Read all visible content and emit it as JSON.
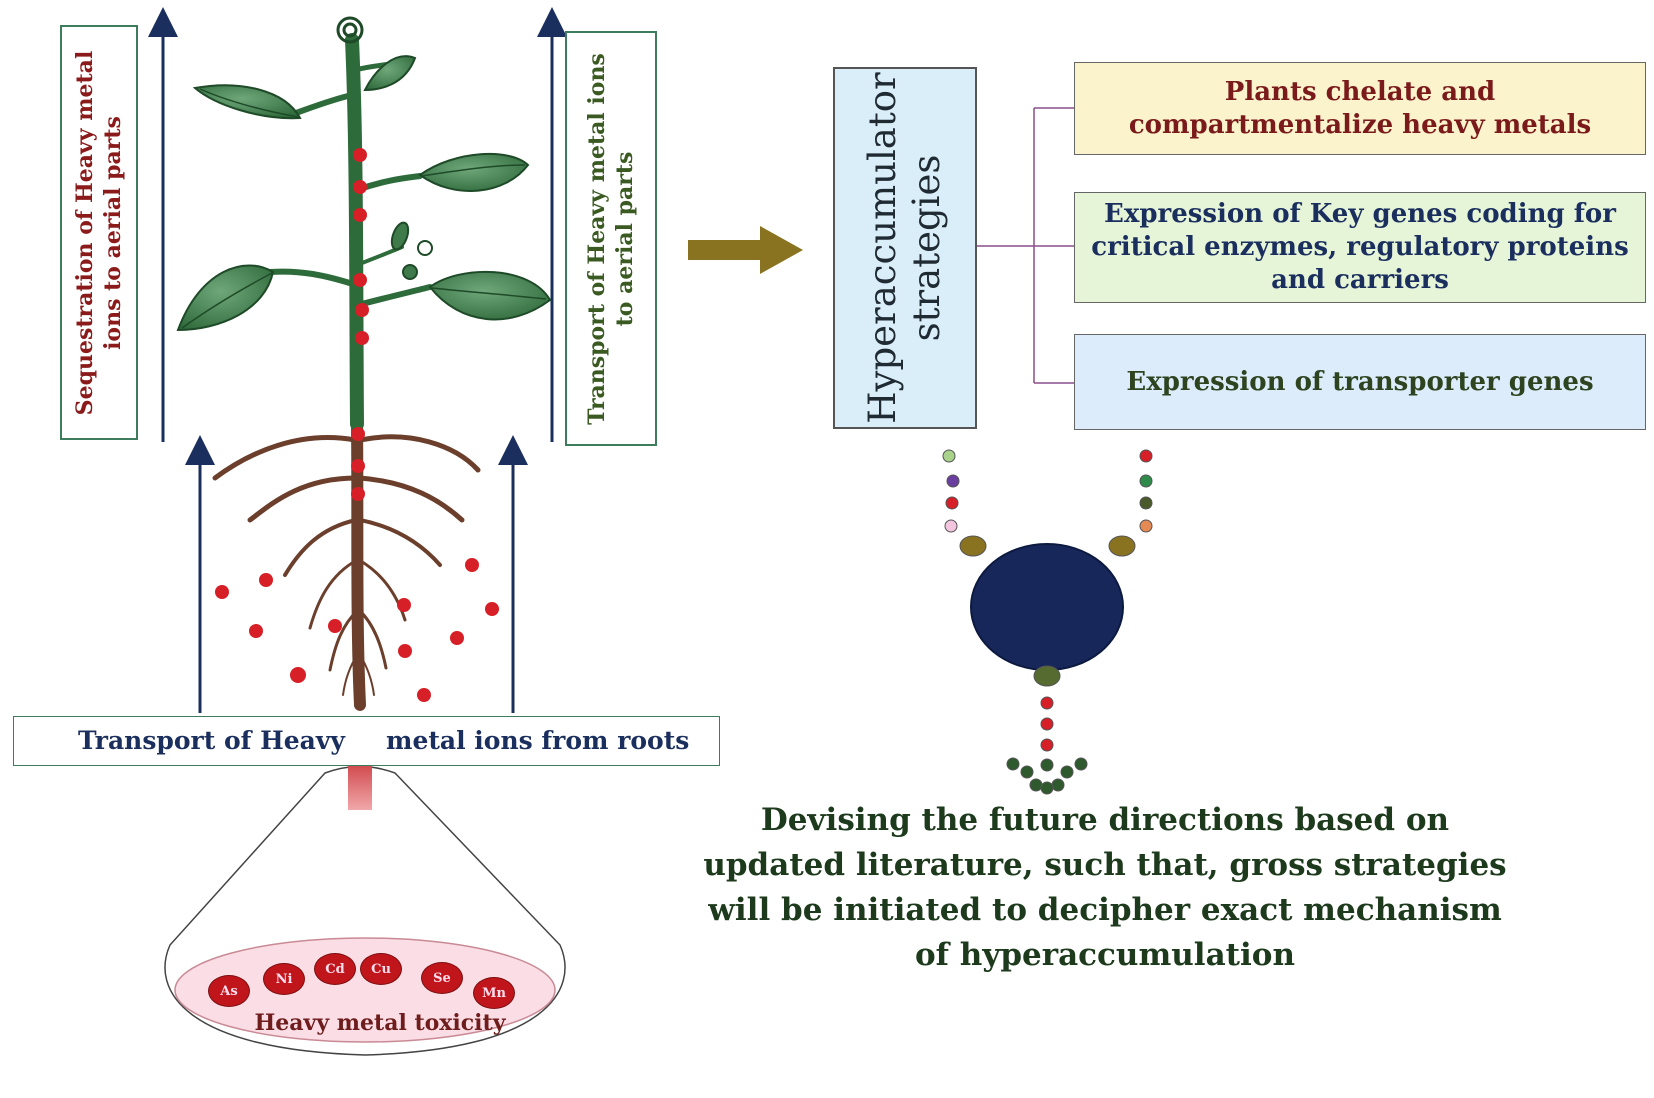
{
  "left_box": {
    "line1": "Sequestration of Heavy metal",
    "line2": "ions to aerial parts"
  },
  "right_box": {
    "line1": "Transport of Heavy metal ions",
    "line2": "to aerial parts"
  },
  "root_bar": {
    "left_text": "Transport of Heavy",
    "right_text": "metal ions from roots"
  },
  "toxicity": {
    "label": "Heavy metal toxicity",
    "metals": [
      "As",
      "Ni",
      "Cd",
      "Cu",
      "Se",
      "Mn"
    ]
  },
  "hyperaccumulator": {
    "line1": "Hyperaccumulator",
    "line2": "strategies"
  },
  "strategies": [
    {
      "text": "Plants chelate and compartmentalize heavy metals",
      "bg": "#fbf3cc",
      "color": "#7a1a1a"
    },
    {
      "text": "Expression of Key genes coding for critical enzymes,  regulatory proteins and carriers",
      "bg": "#e6f4d8",
      "color": "#1b2f5e"
    },
    {
      "text": "Expression of transporter genes",
      "bg": "#dcecfb",
      "color": "#2e4420"
    }
  ],
  "conclusion": "Devising the future directions based on updated literature, such that, gross strategies will be initiated to decipher exact mechanism of hyperaccumulation",
  "colors": {
    "leaf": "#3f7a4a",
    "stem": "#3f7a4a",
    "root": "#6b3f2c",
    "ion": "#d61f26",
    "arrow_navy": "#1b2f5e",
    "pointer_arrow": "#8a7320",
    "central_disc": "#17275a"
  }
}
